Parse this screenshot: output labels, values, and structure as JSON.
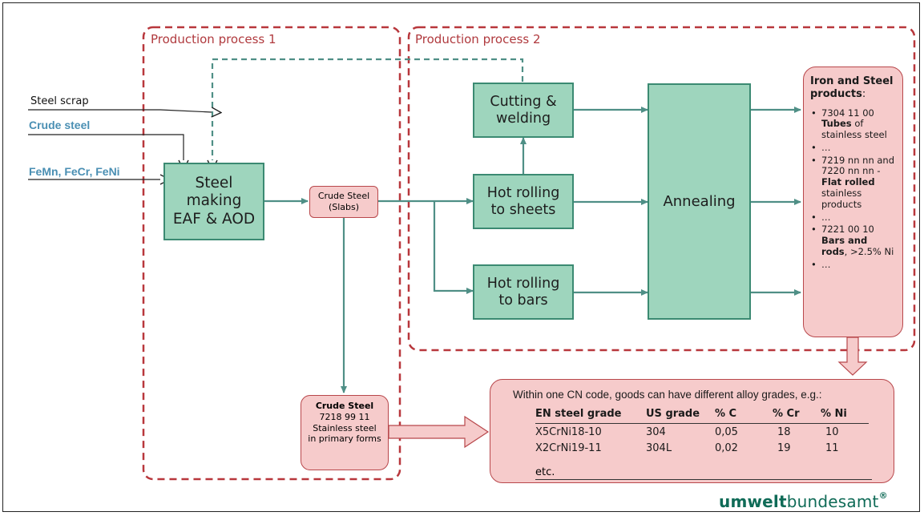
{
  "regions": {
    "process1": "Production process 1",
    "process2": "Production process 2"
  },
  "inputs": {
    "scrap": "Steel scrap",
    "crude": "Crude steel",
    "alloys": "FeMn, FeCr, FeNi"
  },
  "steps": {
    "steelmaking": "Steel\nmaking\nEAF & AOD",
    "cutting": "Cutting &\nwelding",
    "hot_sheets": "Hot rolling\nto sheets",
    "hot_bars": "Hot rolling\nto bars",
    "annealing": "Annealing"
  },
  "crude_slabs": "Crude Steel\n(Slabs)",
  "crude_primary": {
    "title": "Crude Steel",
    "code": "7218 99 11",
    "desc": "Stainless steel in primary forms"
  },
  "products": {
    "heading_1": "Iron and Steel",
    "heading_2": "products",
    "heading_colon": ":",
    "item1_code": "7304 11 00",
    "item1_bold": "Tubes",
    "item1_rest": "of stainless steel",
    "ellipsis": "…",
    "item2_code": "7219 nn nn and 7220 nn nn -",
    "item2_bold": "Flat rolled",
    "item2_rest": "stainless products",
    "item3_code": "7221 00 10",
    "item3_bold": "Bars and rods",
    "item3_rest": ", >2.5% Ni"
  },
  "grades": {
    "intro": "Within one CN code, goods can have different alloy grades, e.g.:",
    "headers": [
      "EN steel grade",
      "US grade",
      "% C",
      "% Cr",
      "% Ni"
    ],
    "rows": [
      [
        "X5CrNi18-10",
        "304",
        "0,05",
        "18",
        "10"
      ],
      [
        "X2CrNi19-11",
        "304L",
        "0,02",
        "19",
        "11"
      ]
    ],
    "etc": "etc."
  },
  "logo": {
    "bold": "umwelt",
    "light": "bundesamt",
    "mark": "®"
  },
  "colors": {
    "green_fill": "#9ed5bd",
    "green_border": "#3b8a72",
    "arrow": "#4f8f86",
    "dashed_red": "#b8373c",
    "pink_fill": "#f6cbcb",
    "blue_text": "#4a8fb3",
    "logo": "#0f6b57"
  }
}
